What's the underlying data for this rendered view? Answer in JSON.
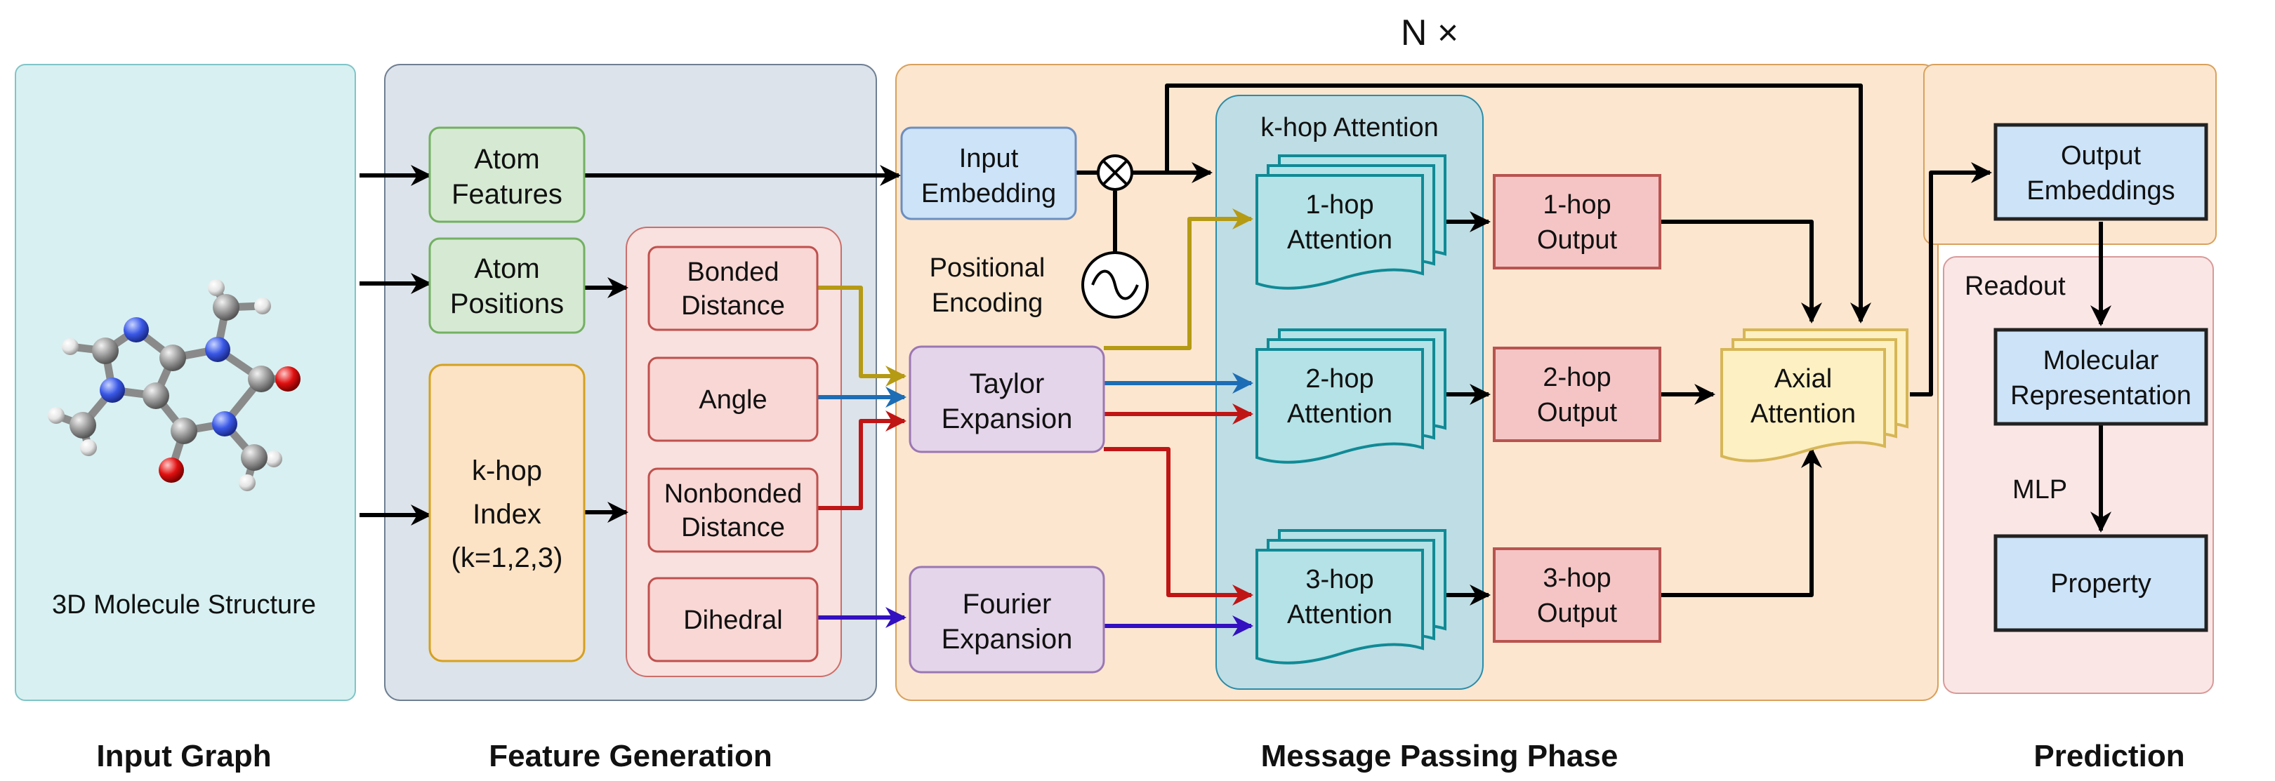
{
  "header": {
    "repeat": "N ×"
  },
  "sections": {
    "input_graph": "Input Graph",
    "feature_generation": "Feature Generation",
    "message_passing": "Message Passing Phase",
    "prediction": "Prediction"
  },
  "input": {
    "molecule_caption": "3D Molecule Structure"
  },
  "features": {
    "atom_features": [
      "Atom",
      "Features"
    ],
    "atom_positions": [
      "Atom",
      "Positions"
    ],
    "khop_index": [
      "k-hop",
      "Index",
      "(k=1,2,3)"
    ],
    "bonded_distance": [
      "Bonded",
      "Distance"
    ],
    "angle": [
      "Angle"
    ],
    "nonbonded_distance": [
      "Nonbonded",
      "Distance"
    ],
    "dihedral": [
      "Dihedral"
    ]
  },
  "mp": {
    "input_embedding": [
      "Input",
      "Embedding"
    ],
    "positional_encoding": [
      "Positional",
      "Encoding"
    ],
    "taylor_expansion": [
      "Taylor",
      "Expansion"
    ],
    "fourier_expansion": [
      "Fourier",
      "Expansion"
    ],
    "khop_attention_title": "k-hop Attention",
    "hop1_attention": [
      "1-hop",
      "Attention"
    ],
    "hop2_attention": [
      "2-hop",
      "Attention"
    ],
    "hop3_attention": [
      "3-hop",
      "Attention"
    ],
    "hop1_output": [
      "1-hop",
      "Output"
    ],
    "hop2_output": [
      "2-hop",
      "Output"
    ],
    "hop3_output": [
      "3-hop",
      "Output"
    ],
    "axial_attention": [
      "Axial",
      "Attention"
    ]
  },
  "prediction": {
    "output_embeddings": [
      "Output",
      "Embeddings"
    ],
    "readout": "Readout",
    "molecular_representation": [
      "Molecular",
      "Representation"
    ],
    "mlp": "MLP",
    "property": [
      "Property"
    ]
  },
  "colors": {
    "input_panel": "#d8f0f1",
    "feature_panel": "#dce3ea",
    "mp_panel": "#fce6cf",
    "readout_panel": "#fbe6e6",
    "green_box": "#d6ead3",
    "pink_box": "#f8d7d5",
    "red_box": "#f5c5c5",
    "lavender_box": "#e4d5ea",
    "blue_box": "#cce3f8",
    "teal_doc": "#b4e2e6",
    "yellow_doc": "#fdf0c2",
    "khop_box": "#fde3c5",
    "arrow_gold": "#b59a14",
    "arrow_blue": "#1c6db5",
    "arrow_red": "#c01515",
    "arrow_purple": "#3310c0"
  }
}
